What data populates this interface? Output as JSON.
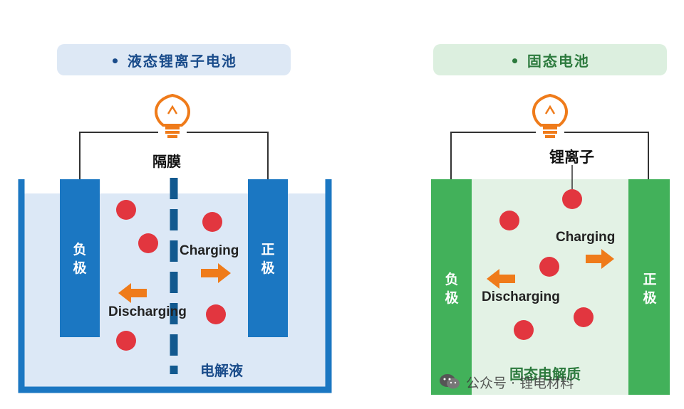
{
  "liquid": {
    "title": "• 液态锂离子电池",
    "separator_label": "隔膜",
    "anode_label": "负\n极",
    "cathode_label": "正\n极",
    "charging_label": "Charging",
    "discharging_label": "Discharging",
    "electrolyte_label": "电解液"
  },
  "solid": {
    "title": "• 固态电池",
    "ion_label": "锂离子",
    "anode_label": "负\n极",
    "cathode_label": "正\n极",
    "charging_label": "Charging",
    "discharging_label": "Discharging",
    "electrolyte_label": "固态电解质"
  },
  "watermark": {
    "text": "公众号 · 锂电材料"
  },
  "colors": {
    "liquid_electrode": "#1b77c2",
    "liquid_electrolyte": "#dce8f6",
    "solid_electrode": "#42b15a",
    "solid_electrolyte": "#e3f2e5",
    "ion": "#e2363f",
    "arrow": "#ef7b1a"
  },
  "icons": [
    "lightbulb-icon",
    "lightbulb-icon",
    "wechat-icon"
  ]
}
